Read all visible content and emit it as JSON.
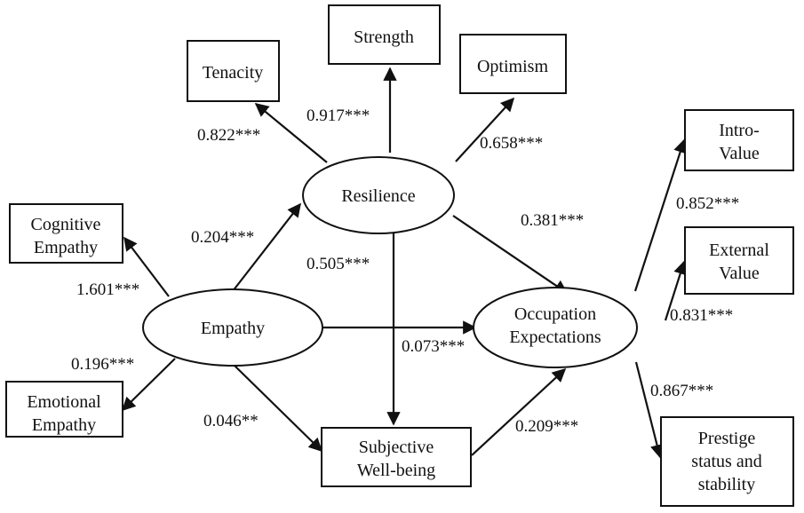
{
  "nodes": {
    "tenacity": {
      "lines": [
        "Tenacity"
      ]
    },
    "strength": {
      "lines": [
        "Strength"
      ]
    },
    "optimism": {
      "lines": [
        "Optimism"
      ]
    },
    "resilience": {
      "lines": [
        "Resilience"
      ]
    },
    "cognitive_empathy": {
      "lines": [
        "Cognitive",
        "Empathy"
      ]
    },
    "emotional_empathy": {
      "lines": [
        "Emotional",
        "Empathy"
      ]
    },
    "empathy": {
      "lines": [
        "Empathy"
      ]
    },
    "subjective_wellbeing": {
      "lines": [
        "Subjective",
        "Well-being"
      ]
    },
    "occupation_expectations": {
      "lines": [
        "Occupation",
        "Expectations"
      ]
    },
    "intro_value": {
      "lines": [
        "Intro-",
        "Value"
      ]
    },
    "external_value": {
      "lines": [
        "External",
        "Value"
      ]
    },
    "prestige": {
      "lines": [
        "Prestige",
        "status and",
        "stability"
      ]
    }
  },
  "edges": {
    "resilience_tenacity": "0.822***",
    "resilience_strength": "0.917***",
    "resilience_optimism": "0.658***",
    "empathy_resilience": "0.204***",
    "empathy_cognitive": "1.601***",
    "empathy_emotional": "0.196***",
    "resilience_wellbeing": "0.505***",
    "resilience_occupation": "0.381***",
    "empathy_occupation": "0.073***",
    "empathy_wellbeing": "0.046**",
    "wellbeing_occupation": "0.209***",
    "occupation_intro": "0.852***",
    "occupation_external": "0.831***",
    "occupation_prestige": "0.867***"
  },
  "colors": {
    "line": "#111111",
    "background": "#ffffff"
  }
}
